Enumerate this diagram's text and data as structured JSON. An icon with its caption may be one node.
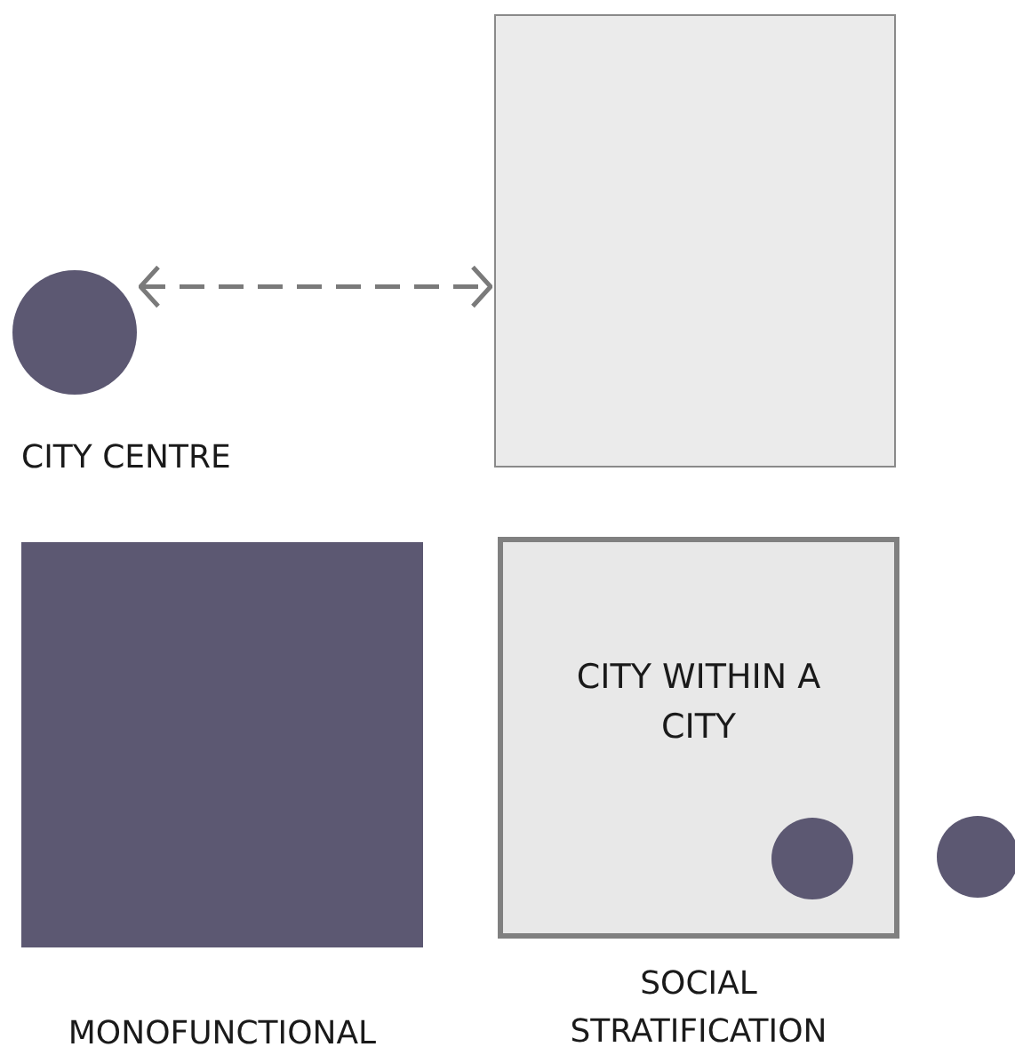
{
  "diagram": {
    "nodes": [
      {
        "text": [],
        "shape": "circle",
        "beside": [
          "CITY CENTRE"
        ]
      },
      {
        "text": [],
        "shape": "box"
      },
      {
        "text": [],
        "shape": "box",
        "beside": [
          "MONOFUNCTIONAL"
        ]
      },
      {
        "text": [
          "CITY WITHIN A CITY"
        ],
        "beside": [
          "SOCIAL STRATIFICATION"
        ]
      },
      {
        "text": [],
        "shape": "circle",
        "in": 3
      },
      {
        "text": [],
        "shape": "circle"
      }
    ],
    "edges": [
      {
        "from": 0,
        "to": 1,
        "arrow": "both",
        "style": "dashed"
      }
    ]
  }
}
